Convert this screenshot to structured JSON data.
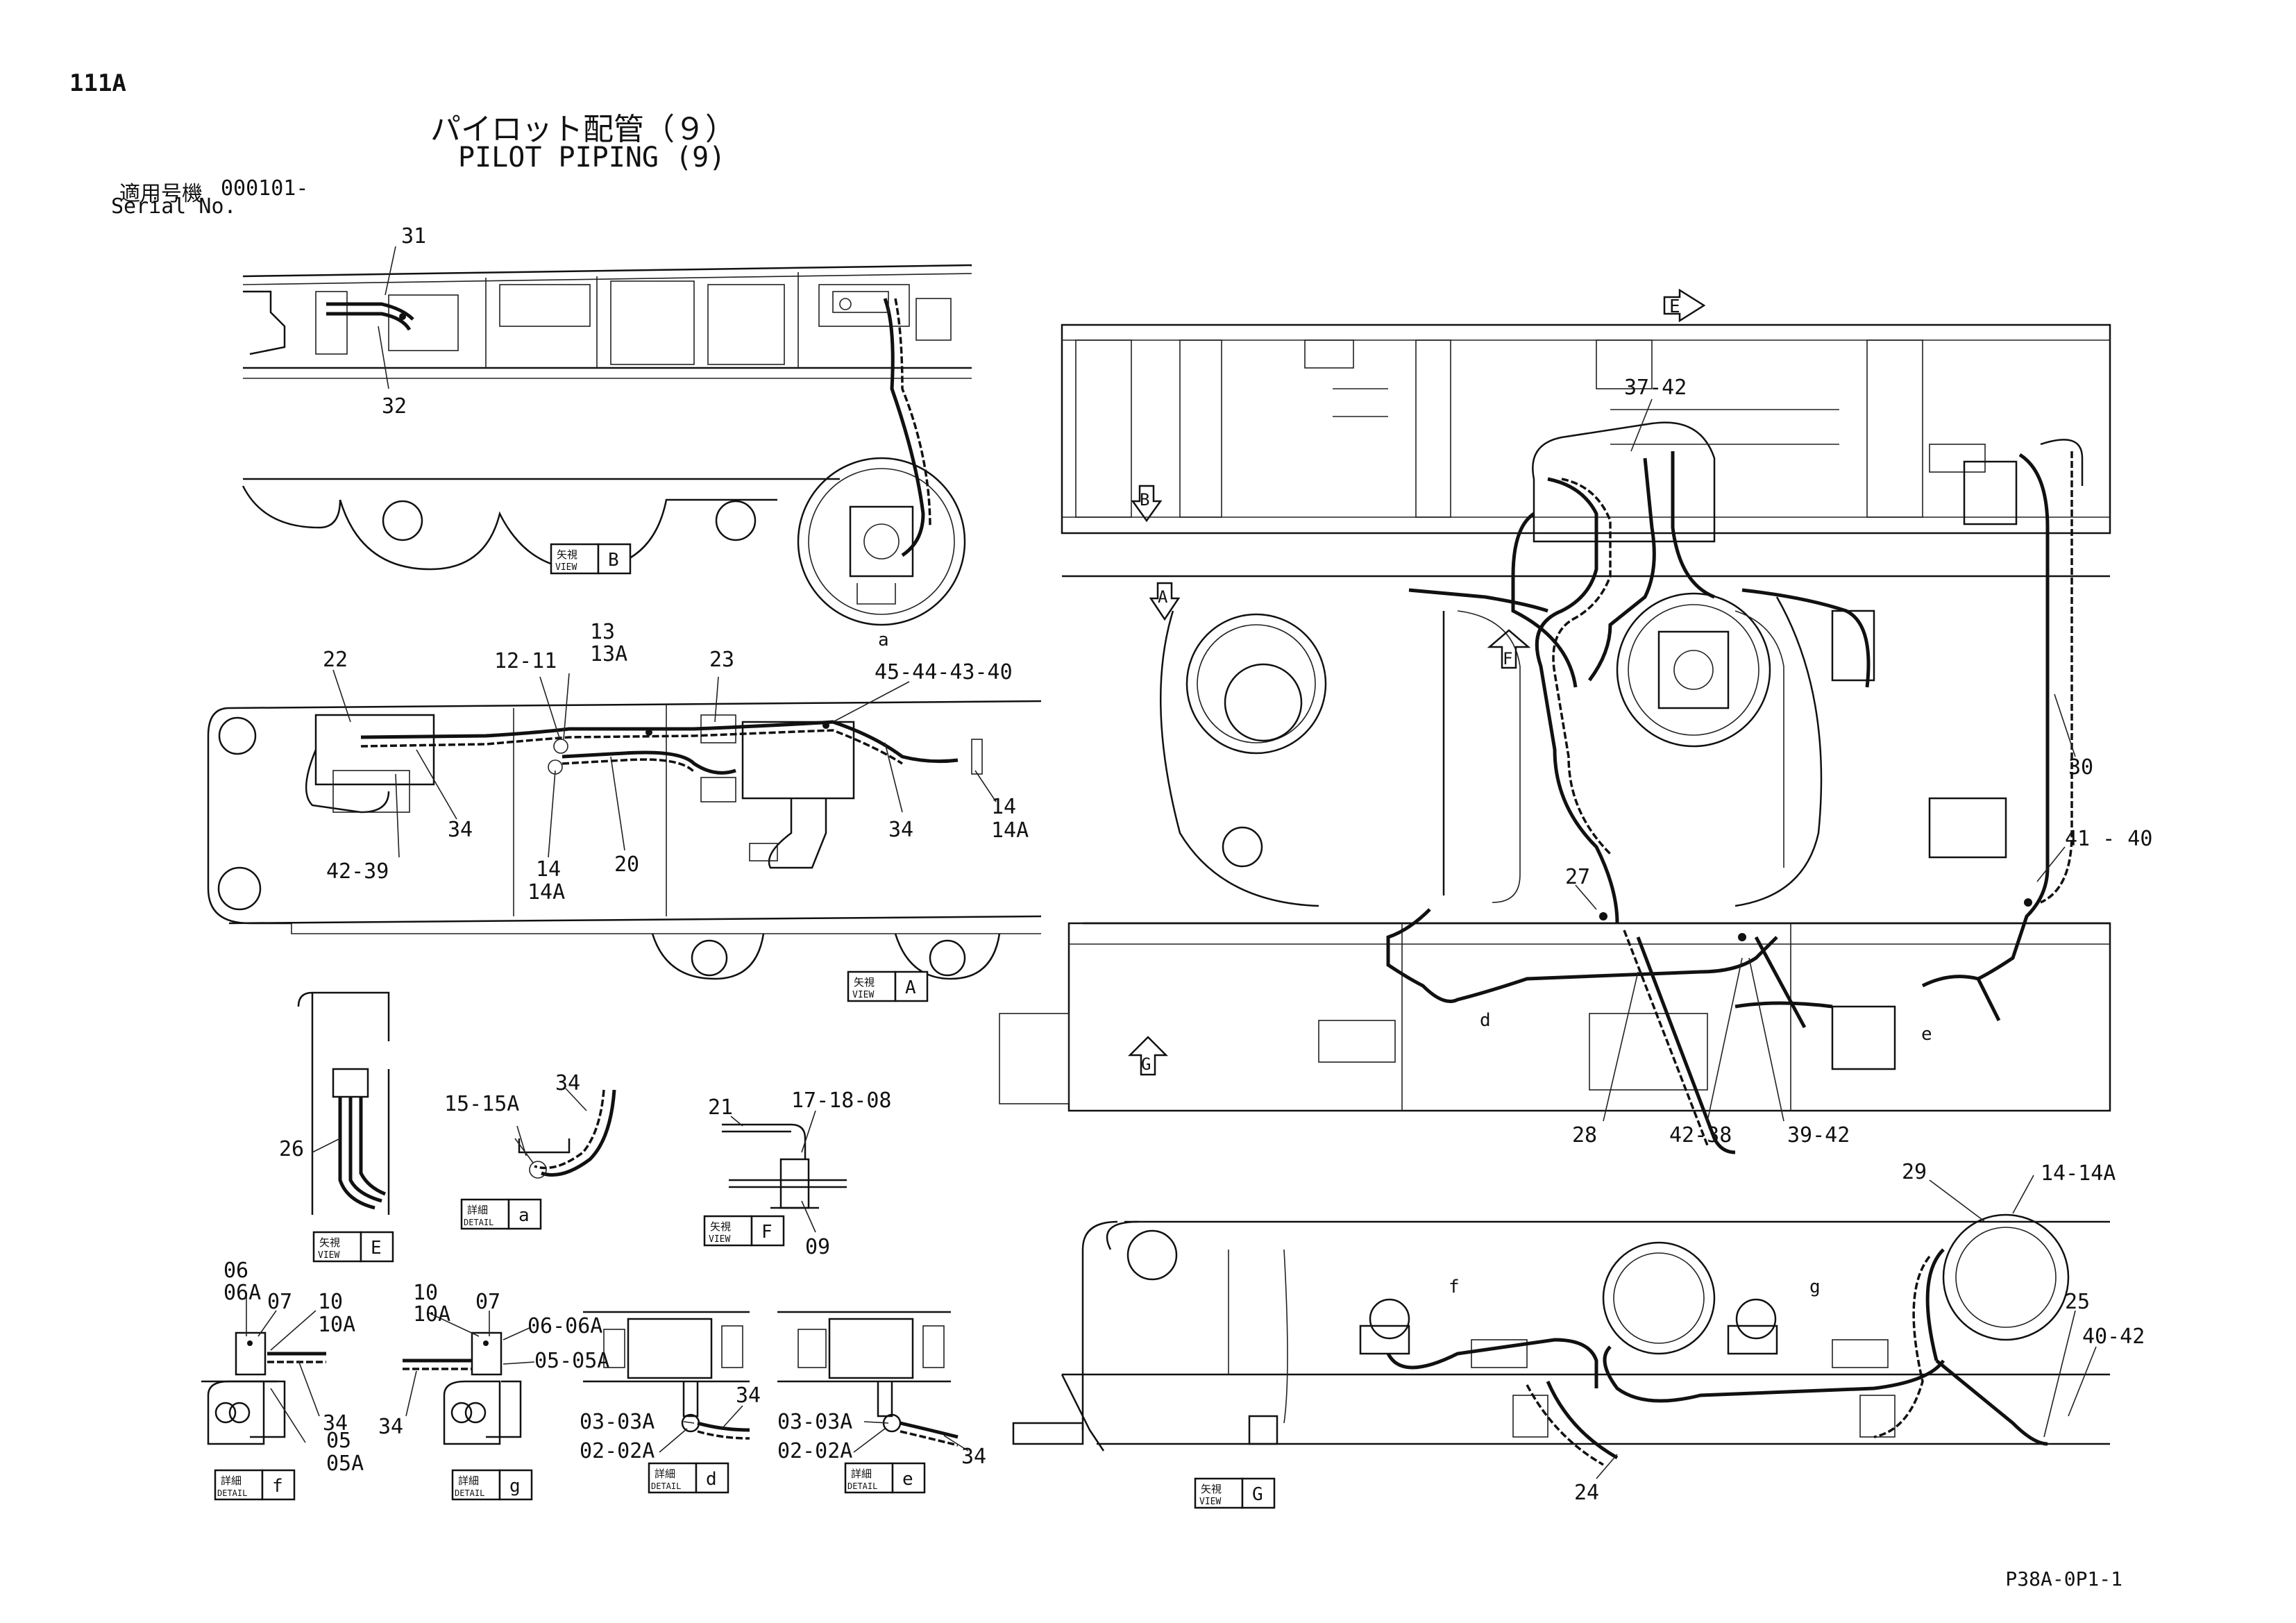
{
  "header": {
    "page_id": "111A",
    "title_jp": "パイロット配管（９）",
    "title_en": "PILOT PIPING (9)",
    "serial_label_jp": "適用号機",
    "serial_value": "000101-",
    "serial_label_en": "Serial No."
  },
  "footer": {
    "doc_code": "P38A-0P1-1"
  },
  "view_tags": {
    "b": {
      "jp": "矢視",
      "en": "VIEW",
      "letter": "B"
    },
    "a": {
      "jp": "矢視",
      "en": "VIEW",
      "letter": "A"
    },
    "e": {
      "jp": "矢視",
      "en": "VIEW",
      "letter": "E"
    },
    "f": {
      "jp": "矢視",
      "en": "VIEW",
      "letter": "F"
    },
    "g": {
      "jp": "矢視",
      "en": "VIEW",
      "letter": "G"
    },
    "det_a": {
      "jp": "詳細",
      "en": "DETAIL",
      "letter": "a"
    },
    "det_f": {
      "jp": "詳細",
      "en": "DETAIL",
      "letter": "f"
    },
    "det_g": {
      "jp": "詳細",
      "en": "DETAIL",
      "letter": "g"
    },
    "det_d": {
      "jp": "詳細",
      "en": "DETAIL",
      "letter": "d"
    },
    "det_e": {
      "jp": "詳細",
      "en": "DETAIL",
      "letter": "e"
    }
  },
  "arrows": [
    "E",
    "B",
    "A",
    "F",
    "G"
  ],
  "detail_marks": [
    "a",
    "d",
    "e",
    "f",
    "g"
  ],
  "callouts": {
    "c31": "31",
    "c32": "32",
    "c22": "22",
    "c12_11": "12-11",
    "c13": "13",
    "c13a": "13A",
    "c23": "23",
    "c45_40": "45-44-43-40",
    "c34a": "34",
    "c34b": "34",
    "c42_39": "42-39",
    "c14a": "14",
    "c14aa": "14A",
    "c20": "20",
    "c14b": "14",
    "c14ba": "14A",
    "c37_42": "37-42",
    "c30": "30",
    "c41_40": "41 - 40",
    "c27": "27",
    "c28": "28",
    "c42_38": "42-38",
    "c39_42": "39-42",
    "c29": "29",
    "c14_14a": "14-14A",
    "c25": "25",
    "c40_42": "40-42",
    "c24": "24",
    "c26": "26",
    "c15_15a": "15-15A",
    "c34c": "34",
    "c21": "21",
    "c17_18_08": "17-18-08",
    "c09": "09",
    "c06": "06",
    "c06a": "06A",
    "c07a": "07",
    "c10a": "10",
    "c10aa": "10A",
    "c34d": "34",
    "c05": "05",
    "c05a": "05A",
    "c10b": "10",
    "c10ba": "10A",
    "c07b": "07",
    "c06_06a": "06-06A",
    "c05_05a": "05-05A",
    "c34e": "34",
    "c34f": "34",
    "c03a": "03-03A",
    "c02a": "02-02A",
    "c03b": "03-03A",
    "c02b": "02-02A",
    "c34g": "34"
  }
}
